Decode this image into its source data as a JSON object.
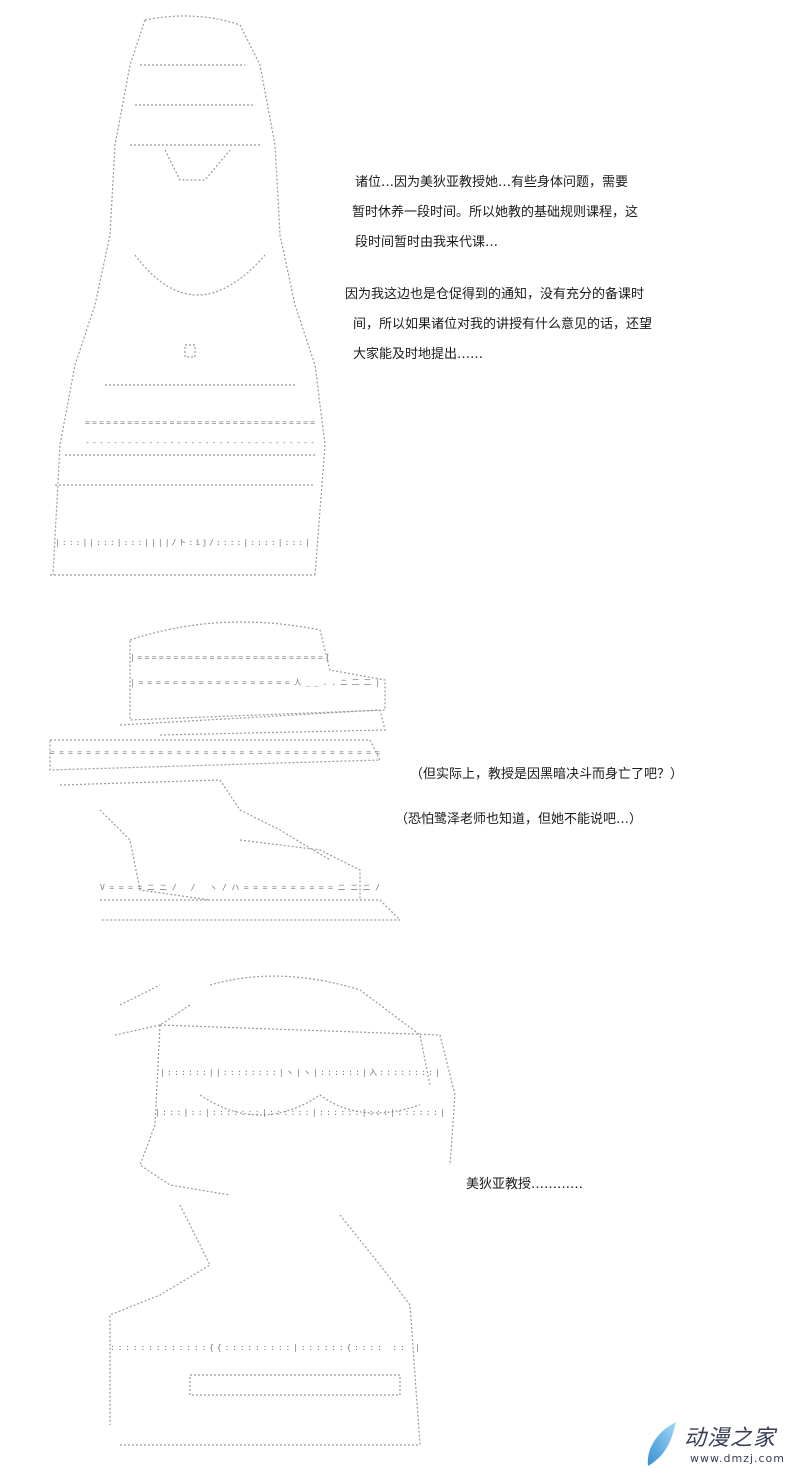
{
  "panel1": {
    "paragraph1": [
      "诸位…因为美狄亚教授她…有些身体问题，需要",
      "暂时休养一段时间。所以她教的基础规则课程，这",
      "段时间暂时由我来代课…"
    ],
    "paragraph2": [
      "因为我这边也是仓促得到的通知，没有充分的备课时",
      "间，所以如果诸位对我的讲授有什么意见的话，还望",
      "大家能及时地提出……"
    ]
  },
  "panel2": {
    "thought1": "（但实际上，教授是因黑暗决斗而身亡了吧？）",
    "thought2": "（恐怕鹭泽老师也知道，但她不能说吧…）"
  },
  "panel3": {
    "speech": "美狄亚教授…………"
  },
  "watermark": {
    "name": "动漫之家",
    "url": "www.dmzj.com",
    "accent": "#4aa3e0"
  }
}
